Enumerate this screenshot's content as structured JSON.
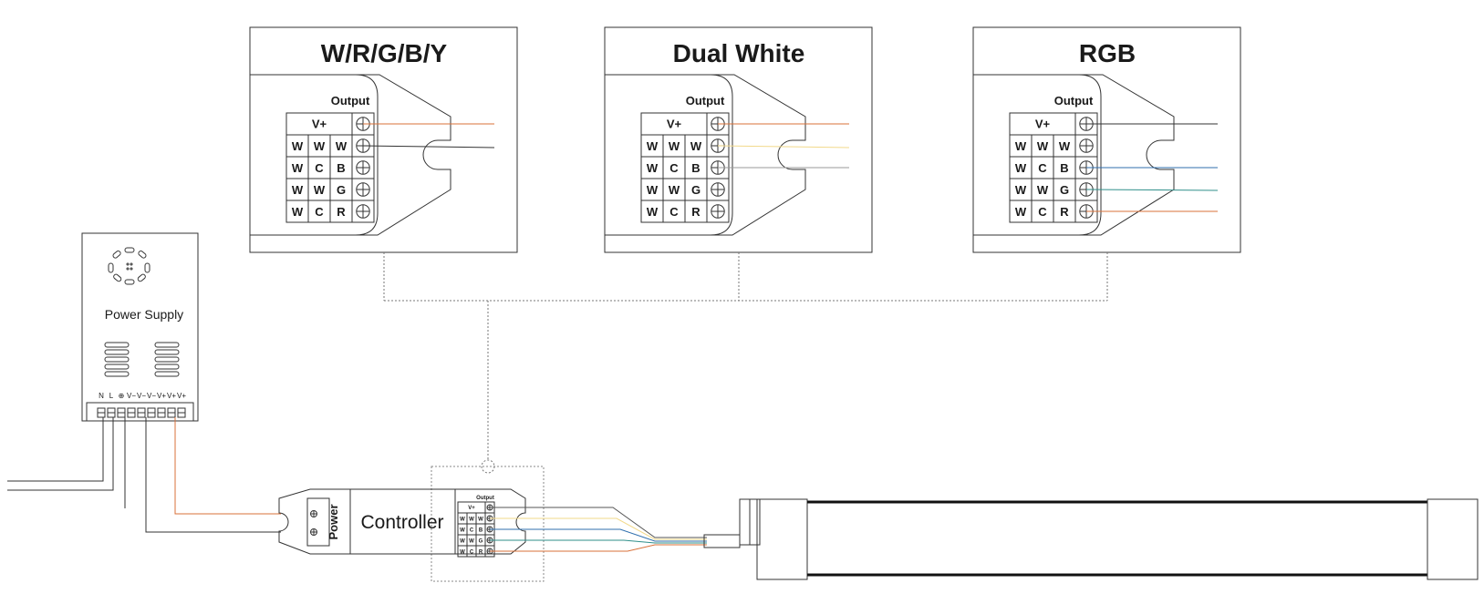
{
  "panels": [
    {
      "title": "W/R/G/B/Y",
      "output_label": "Output",
      "vplus_label": "V+",
      "grid": [
        [
          "W",
          "W",
          "W"
        ],
        [
          "W",
          "C",
          "B"
        ],
        [
          "W",
          "W",
          "G"
        ],
        [
          "W",
          "C",
          "R"
        ]
      ],
      "wire_colors": [
        "#d9713a",
        "#333333",
        null,
        null,
        null
      ]
    },
    {
      "title": "Dual White",
      "output_label": "Output",
      "vplus_label": "V+",
      "grid": [
        [
          "W",
          "W",
          "W"
        ],
        [
          "W",
          "C",
          "B"
        ],
        [
          "W",
          "W",
          "G"
        ],
        [
          "W",
          "C",
          "R"
        ]
      ],
      "wire_colors": [
        "#d9713a",
        "#f2d98a",
        "#9a9a9a",
        null,
        null
      ]
    },
    {
      "title": "RGB",
      "output_label": "Output",
      "vplus_label": "V+",
      "grid": [
        [
          "W",
          "W",
          "W"
        ],
        [
          "W",
          "C",
          "B"
        ],
        [
          "W",
          "W",
          "G"
        ],
        [
          "W",
          "C",
          "R"
        ]
      ],
      "wire_colors": [
        "#333333",
        null,
        "#2f6fae",
        "#2f8f8a",
        "#d9713a"
      ]
    }
  ],
  "power_supply": {
    "label": "Power Supply",
    "terminals": [
      "N",
      "L",
      "⊕",
      "V−",
      "V−",
      "V−",
      "V+",
      "V+",
      "V+"
    ]
  },
  "controller": {
    "label": "Controller",
    "power_label": "Power",
    "output_label": "Output",
    "vplus_label": "V+",
    "grid": [
      [
        "W",
        "W",
        "W"
      ],
      [
        "W",
        "C",
        "B"
      ],
      [
        "W",
        "W",
        "G"
      ],
      [
        "W",
        "C",
        "R"
      ]
    ],
    "output_wire_colors": [
      "#555555",
      "#f2d98a",
      "#2f6fae",
      "#2f8f8a",
      "#d9713a"
    ]
  },
  "colors": {
    "line": "#333333",
    "dotted": "#777777",
    "highlight_dotted": "#d94a4a",
    "orange_wire": "#d9713a",
    "neon_tube": "#111111"
  }
}
